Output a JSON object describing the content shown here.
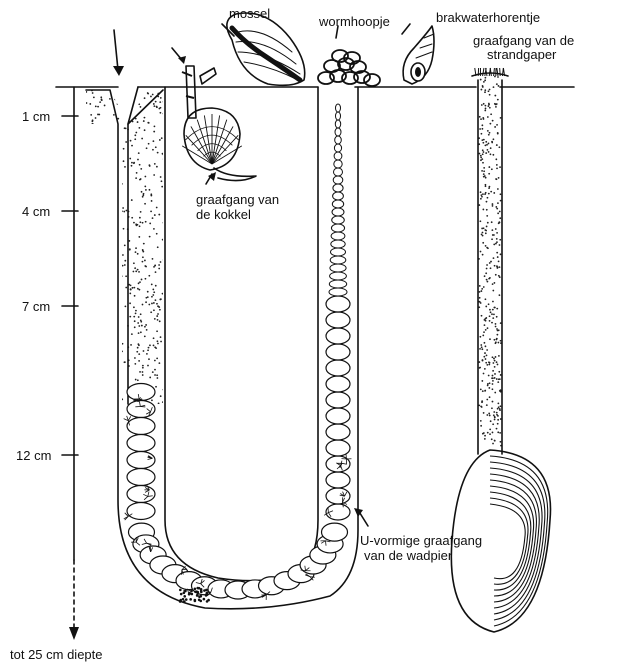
{
  "labels": {
    "mussel": "mossel",
    "cast": "wormhoopje",
    "snail": "brakwaterhorentje",
    "gaper_line1": "graafgang van de",
    "gaper_line2": "strandgaper",
    "cockle_line1": "graafgang van",
    "cockle_line2": "de kokkel",
    "lugworm_line1": "U-vormige graafgang",
    "lugworm_line2": "van de wadpier",
    "bottom": "tot 25 cm diepte"
  },
  "depth_scale": {
    "ticks": [
      "1 cm",
      "4 cm",
      "7 cm",
      "12 cm"
    ]
  }
}
